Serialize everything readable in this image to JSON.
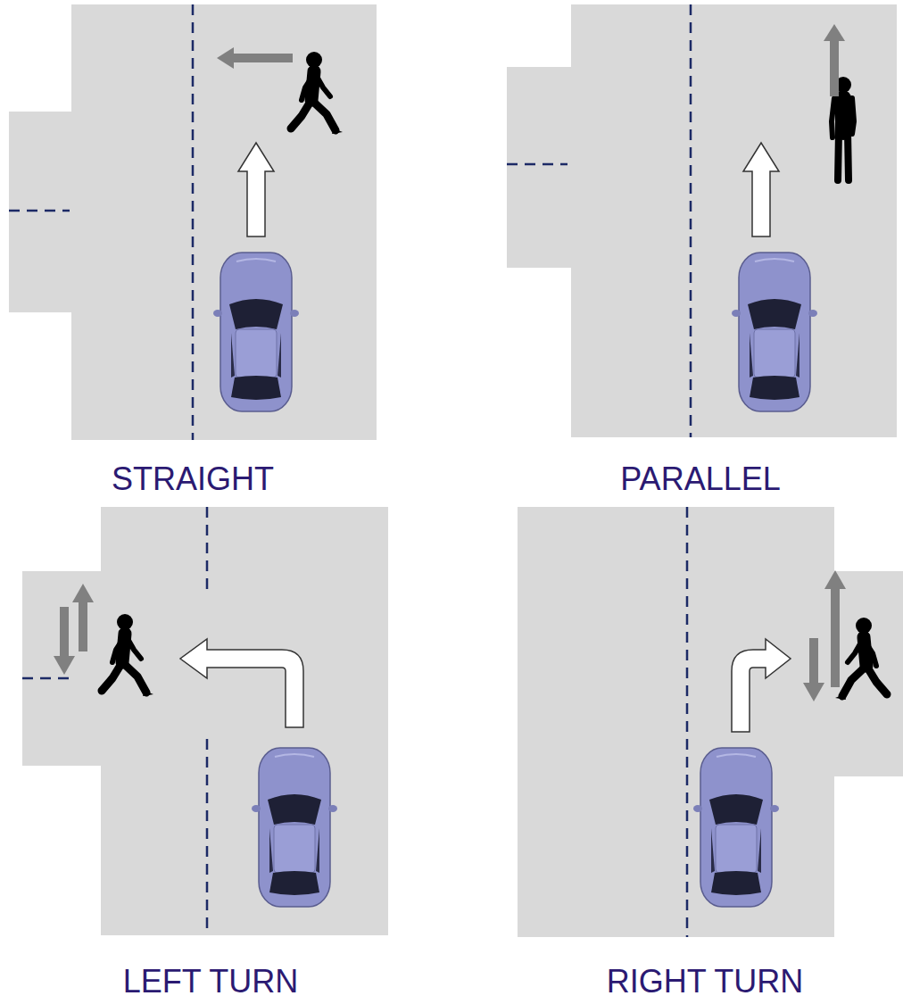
{
  "diagram": {
    "labels": [
      "STRAIGHT",
      "PARALLEL",
      "LEFT TURN",
      "RIGHT TURN"
    ]
  }
}
